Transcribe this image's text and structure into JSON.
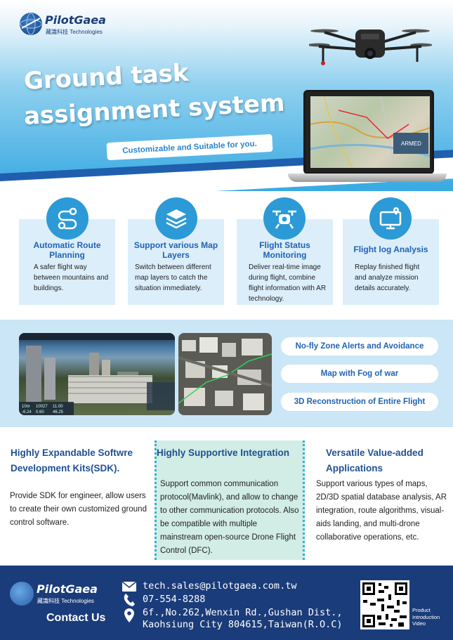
{
  "brand": {
    "name": "PilotGaea",
    "subtitle": "藏識科技 Technologies"
  },
  "hero": {
    "title_line1": "Ground task",
    "title_line2": "assignment system",
    "tagline": "Customizable and Suitable for you."
  },
  "features": [
    {
      "icon": "route-icon",
      "title": "Automatic Route Planning",
      "desc": "A safer flight way between mountains and buildings."
    },
    {
      "icon": "layers-icon",
      "title": "Support various Map Layers",
      "desc": "Switch between different map layers to catch the situation immediately."
    },
    {
      "icon": "drone-icon",
      "title": "Flight Status Monitoring",
      "desc": "Deliver real-time image during flight, combine flight information with AR technology."
    },
    {
      "icon": "monitor-pin-icon",
      "title": "Flight log Analysis",
      "desc": "Replay finished flight and analyze mission details accurately."
    }
  ],
  "highlights": [
    "No-fly Zone Alerts and Avoidance",
    "Map with Fog of war",
    "3D Reconstruction of Entire Flight"
  ],
  "scene_readout": [
    "10m",
    "10027",
    "11.00",
    "-6.24",
    "0.60",
    "46.25"
  ],
  "laptop_badge": "ARMED",
  "columns": [
    {
      "title": "Highly Expandable Softwre Development Kits(SDK).",
      "body": "Provide SDK for engineer, allow users to create their own customized ground control software."
    },
    {
      "title": "Highly Supportive Integration",
      "body": "Support common communication protocol(Mavlink), and allow to change to other communication protocols. Also be compatible with multiple mainstream open-source Drone Flight Control (DFC)."
    },
    {
      "title": "Versatile Value-added Applications",
      "body": "Support various types of maps, 2D/3D spatial database analysis, AR integration, route algorithms, visual-aids landing, and multi-drone collaborative operations, etc."
    }
  ],
  "footer": {
    "contact_label": "Contact Us",
    "email": "tech.sales@pilotgaea.com.tw",
    "phone": "07-554-8288",
    "address_line1": "6f.,No.262,Wenxin Rd.,Gushan Dist.,",
    "address_line2": "Kaohsiung City 804615,Taiwan(R.O.C)",
    "qr_label": "Product Introduction Video"
  },
  "colors": {
    "accent_blue": "#2c9ad6",
    "title_blue": "#1f63b3",
    "footer_navy": "#1b3c7a",
    "card_bg": "#dceefa"
  }
}
